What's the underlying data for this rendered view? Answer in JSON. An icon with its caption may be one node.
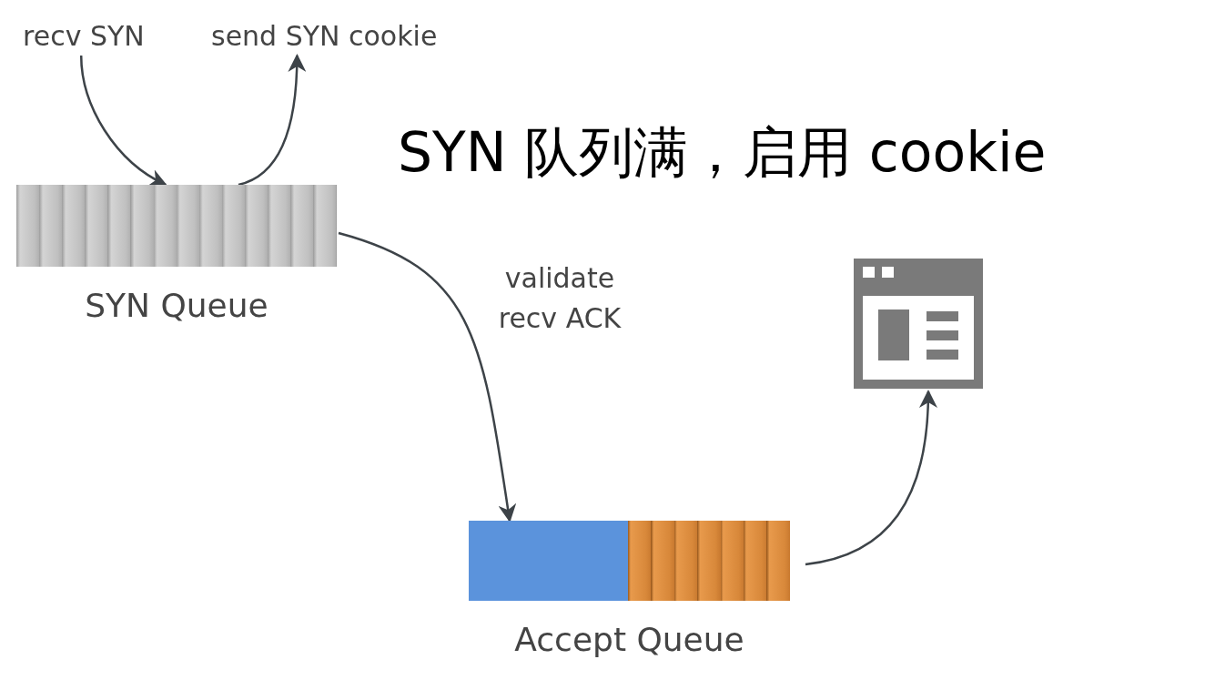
{
  "diagram": {
    "title": "SYN 队列满，启用 cookie",
    "nodes": [
      {
        "text": [
          "recv SYN"
        ]
      },
      {
        "text": [
          "SYN Queue"
        ]
      },
      {
        "text": [
          "send SYN cookie"
        ]
      },
      {
        "text": [
          "Accept Queue"
        ]
      },
      {
        "text": [],
        "shape": "box"
      }
    ],
    "edges": [
      {
        "from": 0,
        "to": 1,
        "arrow": "to"
      },
      {
        "from": 1,
        "to": 2,
        "arrow": "to"
      },
      {
        "from": 1,
        "to": 3,
        "arrow": "to",
        "label": "validate recv ACK"
      },
      {
        "from": 3,
        "to": 4,
        "arrow": "to"
      }
    ]
  }
}
